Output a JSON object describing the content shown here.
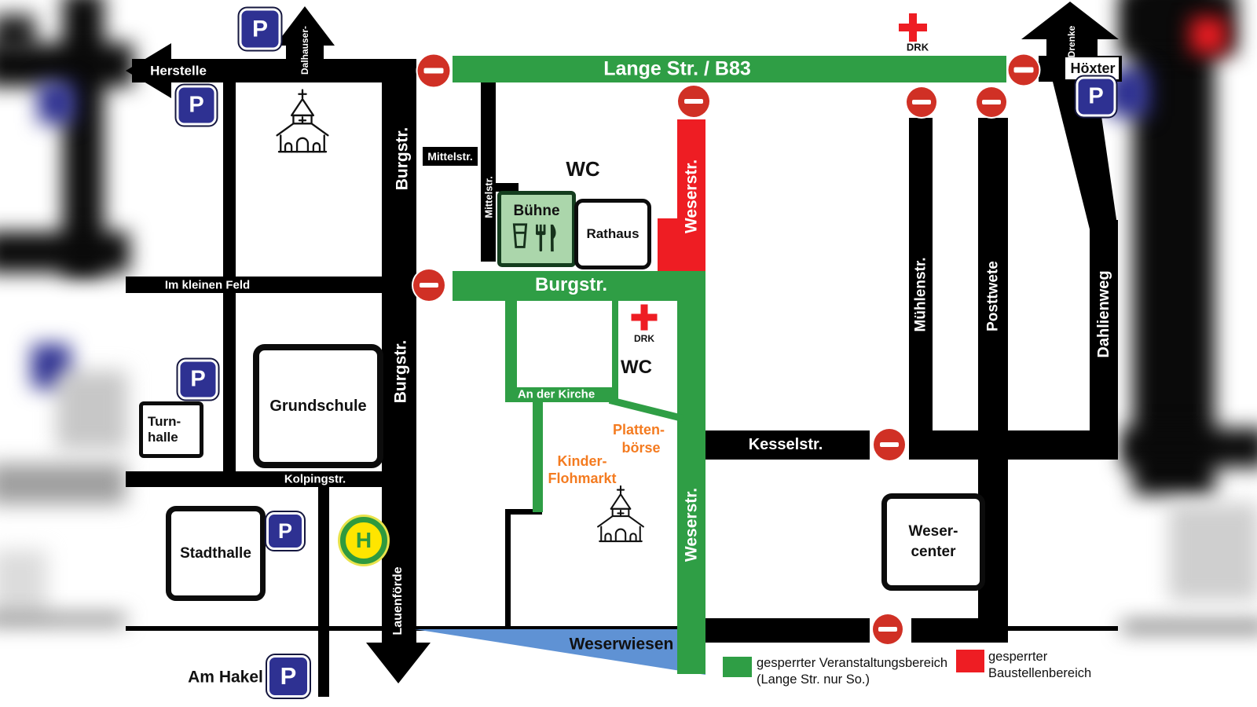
{
  "streets": {
    "lange": "Lange Str. / B83",
    "burg": "Burgstr.",
    "mittel": "Mittelstr.",
    "im_kleinen_feld": "Im kleinen Feld",
    "kolping": "Kolpingstr.",
    "weser": "Weserstr.",
    "an_der_kirche": "An der Kirche",
    "kessel": "Kesselstr.",
    "muehlen": "Mühlenstr.",
    "posttwete": "Posttwete",
    "dahlien": "Dahlienweg",
    "weserwiesen": "Weserwiesen",
    "am_hakel": "Am Hakel"
  },
  "directions": {
    "herstelle": "Herstelle",
    "dalhauser": "Dalhauser-",
    "drenke": "Drenke",
    "hoexter": "Höxter",
    "lauenfoerde": "Lauenförde"
  },
  "places": {
    "buehne": "Bühne",
    "rathaus": "Rathaus",
    "grundschule": "Grundschule",
    "turnhalle1": "Turn-",
    "turnhalle2": "halle",
    "stadthalle": "Stadthalle",
    "wesercenter1": "Weser-",
    "wesercenter2": "center",
    "wc": "WC",
    "drk": "DRK"
  },
  "events": {
    "platten1": "Platten-",
    "platten2": "börse",
    "kinder1": "Kinder-",
    "kinder2": "Flohmarkt"
  },
  "legend": {
    "event1": "gesperrter Veranstaltungsbereich",
    "event2": "(Lange Str. nur So.)",
    "construction1": "gesperrter",
    "construction2": "Baustellenbereich"
  },
  "icons": {
    "parking": "P",
    "bus_stop": "H"
  },
  "colors": {
    "closed_event_green": "#2f9e45",
    "closed_construction_red": "#ee1d23",
    "no_entry_red": "#d03025",
    "parking_blue": "#2e3192",
    "bus_stop_green": "#2f9a3e",
    "bus_stop_yellow": "#ffe500",
    "water_blue": "#5f92d4",
    "highlight_orange": "#f47b20",
    "road_black": "#000000"
  }
}
